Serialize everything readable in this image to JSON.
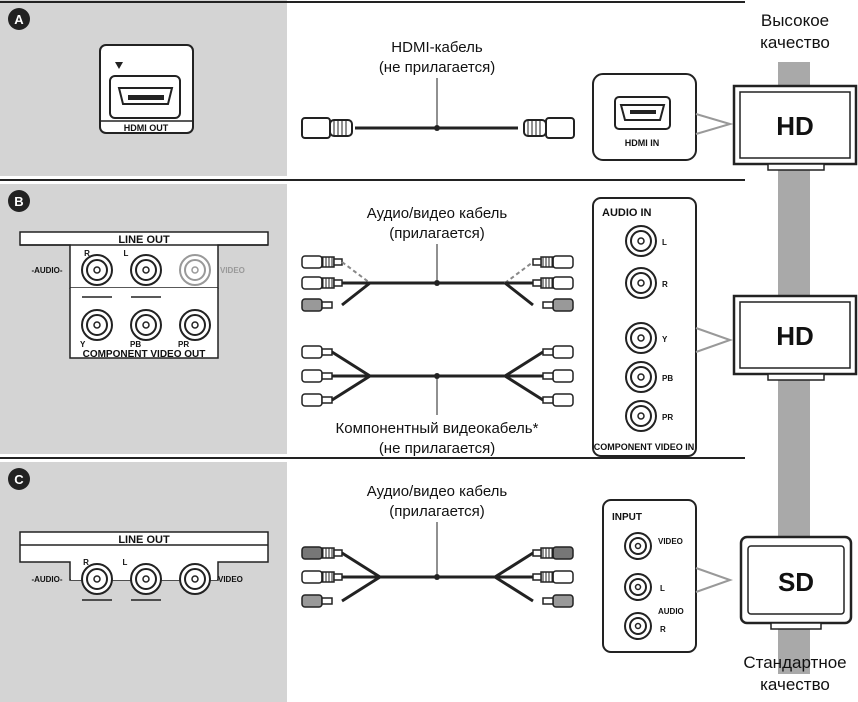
{
  "sections": {
    "a": {
      "badge": "A",
      "port_label": "HDMI OUT",
      "cable_line1": "HDMI-кабель",
      "cable_line2": "(не прилагается)",
      "tv_port_label": "HDMI IN",
      "tv_label": "HD"
    },
    "b": {
      "badge": "B",
      "panel_title": "LINE OUT",
      "audio": "-AUDIO-",
      "r": "R",
      "l": "L",
      "video": "VIDEO",
      "y": "Y",
      "pb": "PB",
      "pr": "PR",
      "panel_footer": "COMPONENT VIDEO OUT",
      "cable1_line1": "Аудио/видео кабель",
      "cable1_line2": "(прилагается)",
      "cable2_line1": "Компонентный видеокабель*",
      "cable2_line2": "(не прилагается)",
      "tv_panel_title": "AUDIO IN",
      "tv_l": "L",
      "tv_r": "R",
      "tv_y": "Y",
      "tv_pb": "PB",
      "tv_pr": "PR",
      "tv_panel_footer": "COMPONENT VIDEO IN",
      "tv_label": "HD"
    },
    "c": {
      "badge": "C",
      "panel_title": "LINE OUT",
      "audio": "-AUDIO-",
      "r": "R",
      "l": "L",
      "video": "VIDEO",
      "cable_line1": "Аудио/видео кабель",
      "cable_line2": "(прилагается)",
      "tv_panel_title": "INPUT",
      "tv_video": "VIDEO",
      "tv_l": "L",
      "tv_audio": "AUDIO",
      "tv_r": "R",
      "tv_label": "SD"
    }
  },
  "quality": {
    "high_line1": "Высокое",
    "high_line2": "качество",
    "std_line1": "Стандартное",
    "std_line2": "качество"
  },
  "colors": {
    "panel_gray": "#d4d4d4",
    "bar_gray": "#a9a9a9",
    "line": "#222222"
  }
}
